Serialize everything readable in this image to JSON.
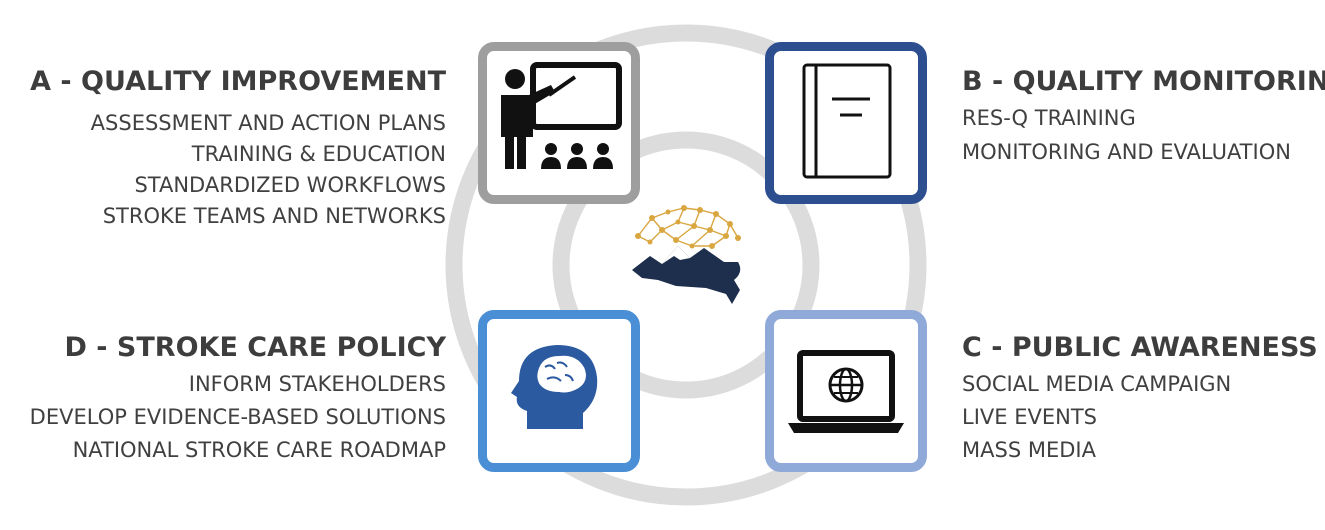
{
  "blocks": {
    "a": {
      "title": "A - QUALITY IMPROVEMENT",
      "items": [
        "ASSESSMENT AND ACTION PLANS",
        "TRAINING & EDUCATION",
        "STANDARDIZED WORKFLOWS",
        "STROKE TEAMS AND NETWORKS"
      ]
    },
    "b": {
      "title": "B - QUALITY MONITORING",
      "items": [
        "RES-Q TRAINING",
        "MONITORING AND EVALUATION"
      ]
    },
    "c": {
      "title": "C - PUBLIC AWARENESS",
      "items": [
        "SOCIAL MEDIA CAMPAIGN",
        "LIVE EVENTS",
        "MASS MEDIA"
      ]
    },
    "d": {
      "title": "D - STROKE CARE POLICY",
      "items": [
        "INFORM STAKEHOLDERS",
        "DEVELOP EVIDENCE-BASED SOLUTIONS",
        "NATIONAL STROKE CARE ROADMAP"
      ]
    }
  },
  "icons": {
    "a": "teacher-presentation-icon",
    "b": "notebook-icon",
    "c": "laptop-globe-icon",
    "d": "brain-head-icon",
    "center": "brain-mountain-logo"
  },
  "colors": {
    "ring": "#dcdcdc",
    "box_a": "#9e9e9e",
    "box_b": "#2e4f8f",
    "box_c": "#8fa9d9",
    "box_d": "#4a8fd6",
    "icon_dark": "#111111",
    "brain_blue": "#2c5aa0",
    "logo_gold": "#d9a640",
    "logo_navy": "#1e2f4d",
    "title_text": "#3d3d3d"
  }
}
